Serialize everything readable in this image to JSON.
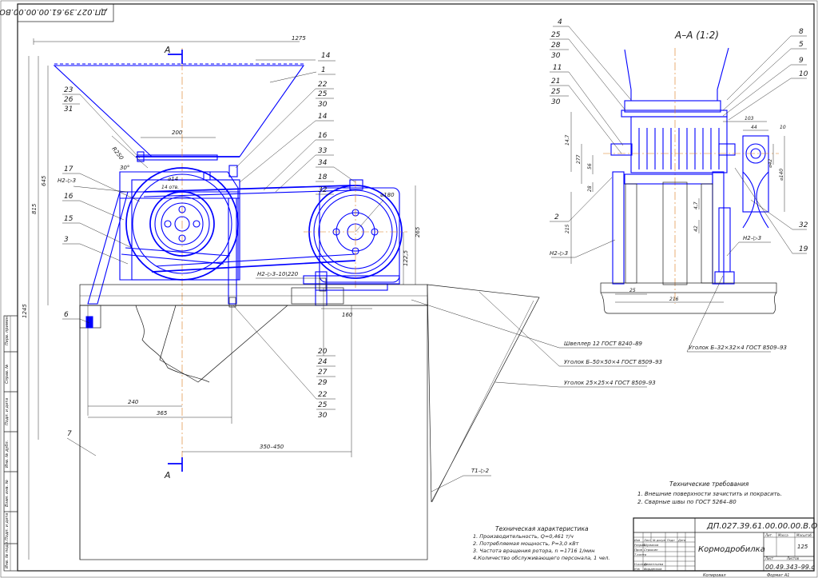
{
  "drawing": {
    "stamp_mirror": "ДП.027.39.61.00.00.00.ВО",
    "section_view": "А–А (1:2)",
    "section_marker": "А",
    "title": "Кормодробилка",
    "designation": "ДП.027.39.61.00.00.00.В.О.",
    "code": "00.49.343–99.с",
    "sheet_count": "125",
    "format_label": "Формат А1",
    "copied_label": "Копировал"
  },
  "dimensions": {
    "overall_width": "1275",
    "hopper_width": "200",
    "r250": "R250",
    "h645": "645",
    "h815": "815",
    "h1245": "1245",
    "d14": "⌀14",
    "holes": "14 отв.",
    "d180": "⌀180",
    "d265": "265",
    "d1225": "122,5",
    "d160": "160",
    "d240": "240",
    "d365": "365",
    "d350_450": "350–450",
    "weld_main": "Н2–▷3–10\\220",
    "weld_17": "Н2–▷3",
    "weld_section": "Н2–▷3",
    "weld_section2": "Н2–▷3",
    "weld_t1": "Т1–▷2",
    "angle30": "30°",
    "sec_103": "103",
    "sec_44": "44",
    "sec_10": "10",
    "sec_147": "14,7",
    "sec_277": "277",
    "sec_56": "56",
    "sec_28": "28",
    "sec_215": "215",
    "sec_47": "4,7",
    "sec_42": "42",
    "sec_25": "25",
    "sec_216": "216",
    "sec_d42": "⌀42",
    "sec_d140": "⌀140"
  },
  "callouts": {
    "c14a": "14",
    "c1": "1",
    "c22a": "22",
    "c25a": "25",
    "c30a": "30",
    "c23": "23",
    "c26": "26",
    "c31": "31",
    "c14b": "14",
    "c16a": "16",
    "c33": "33",
    "c34": "34",
    "c18": "18",
    "c32": "32",
    "c17": "17",
    "c16b": "16",
    "c15": "15",
    "c3": "3",
    "c6": "6",
    "c7": "7",
    "c20": "20",
    "c24": "24",
    "c27": "27",
    "c29": "29",
    "c22b": "22",
    "c25b": "25",
    "c30b": "30",
    "s4": "4",
    "s25": "25",
    "s28": "28",
    "s30": "30",
    "s11": "11",
    "s21": "21",
    "s25b": "25",
    "s30b": "30",
    "s8": "8",
    "s5": "5",
    "s9": "9",
    "s10": "10",
    "s2": "2",
    "s32": "32",
    "s19": "19"
  },
  "material_labels": {
    "channel": "Швеллер 12 ГОСТ 8240–89",
    "angle50": "Уголок Б–50×50×4 ГОСТ 8509–93",
    "angle25": "Уголок 25×25×4 ГОСТ 8509–93",
    "angle32": "Уголок Б–32×32×4 ГОСТ 8509–93"
  },
  "tech_requirements": {
    "title": "Технические требования",
    "items": [
      "1. Внешние поверхности зачистить и покрасить.",
      "2. Сварные швы по ГОСТ 5264–80"
    ]
  },
  "tech_specs": {
    "title": "Техническая характеристика",
    "items": [
      "1. Производительность, Q=0,461 т/ч",
      "2. Потребляемая мощность, Р=3,0 кВт",
      "3. Частота вращения ротора, n =1716 1/мин",
      "4.Количество обслуживающего персонала, 1 чел."
    ]
  },
  "title_block": {
    "col_headers": [
      "Изм",
      "Лист",
      "№ докум",
      "Подп",
      "Дата"
    ],
    "rows": [
      {
        "role": "Разраб",
        "name": "Шумаков"
      },
      {
        "role": "Пров",
        "name": "Стрыкин"
      },
      {
        "role": "Т.контр",
        "name": ""
      },
      {
        "role": "Н.контр",
        "name": "Дементьева"
      },
      {
        "role": "Утв",
        "name": "Фирденков"
      }
    ],
    "lit_label": "Лит.",
    "mass_label": "Масса",
    "scale_label": "Масштаб",
    "sheet_label": "Лист",
    "sheets_label": "Листов"
  },
  "side_stamp": {
    "cells": [
      "Перв. примен.",
      "Справ. №",
      "Подп. и дата",
      "Инв. № дубл.",
      "Взам. инв. №",
      "Подп. и дата",
      "Инв. № подл."
    ]
  }
}
